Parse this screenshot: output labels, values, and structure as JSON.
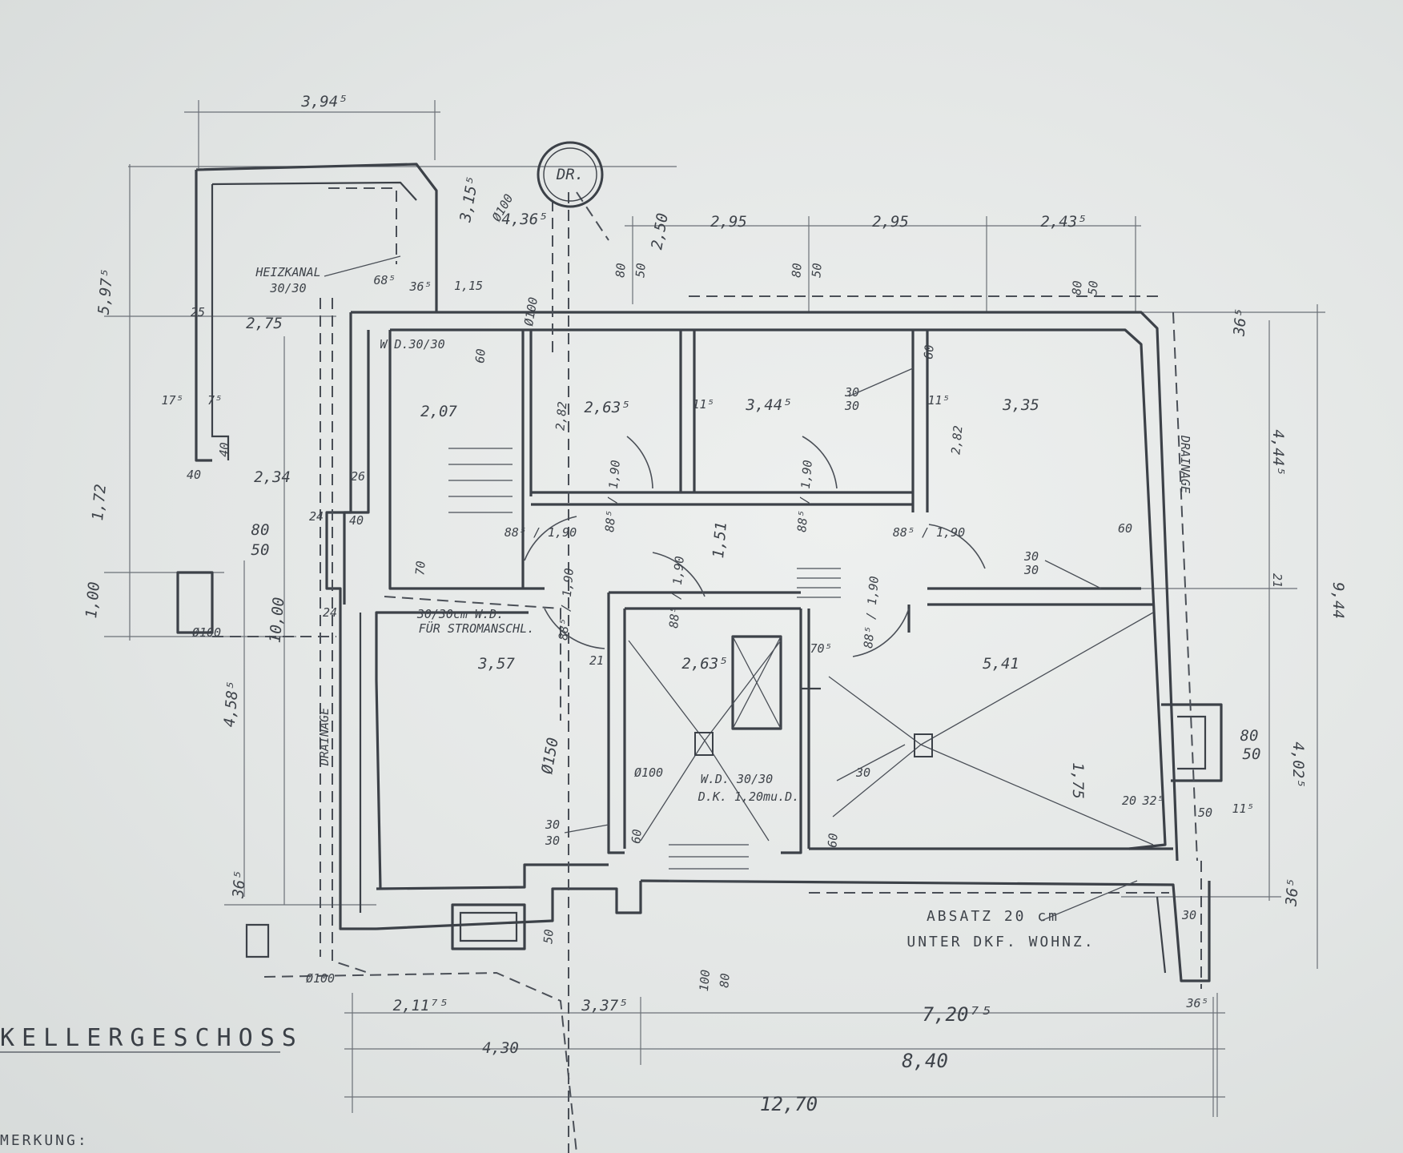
{
  "drawing": {
    "title": "KELLERGESCHOSS",
    "remark": "MERKUNG:",
    "manhole": "DR.",
    "heating_channel": [
      "HEIZKANAL",
      "30/30"
    ],
    "cable_duct": [
      "30/30cm W.D.",
      "FÜR STROMANSCHL."
    ],
    "wall_breakthrough": [
      "W.D. 30/30",
      "D.K. 1,20mu.D."
    ],
    "landing_note": [
      "ABSATZ 20 cm",
      "UNTER DKF. WOHNZ."
    ],
    "drainage_right": "DRAINAGE",
    "drainage_left": "DRAINAGE",
    "wd_small": "W.D.30/30",
    "pipe_labels": [
      "Ø100",
      "Ø100",
      "Ø100",
      "Ø100",
      "Ø100",
      "Ø150"
    ]
  },
  "dims_top": [
    "3,94⁵",
    "4,36⁵",
    "2,95",
    "2,95",
    "2,43⁵",
    "3,15⁵",
    "2,50"
  ],
  "dims_left": [
    "5,97⁵",
    "1,72",
    "1,00",
    "10,00",
    "4,58⁵",
    "36⁵"
  ],
  "dims_right": [
    "36⁵",
    "4,44⁵",
    "9,44",
    "21",
    "4,02⁵",
    "36⁵",
    "80",
    "50"
  ],
  "dims_bottom": [
    "2,11⁷⁵",
    "3,37⁵",
    "7,20⁷⁵",
    "4,30",
    "8,40",
    "12,70"
  ],
  "rooms": [
    {
      "width": "2,07",
      "label": "stair"
    },
    {
      "width": "2,63⁵",
      "height": "2,82"
    },
    {
      "width": "3,44⁵"
    },
    {
      "width": "3,35",
      "height": "2,82"
    },
    {
      "width": "3,57"
    },
    {
      "width": "2,63⁵"
    },
    {
      "width": "5,41",
      "height": "1,75"
    },
    {
      "width": "2,75"
    },
    {
      "width": "2,34"
    }
  ],
  "doors": [
    "88⁵ / 1,90",
    "88⁵ / 1,90",
    "88⁵ / 1,90",
    "88⁵ / 1,90",
    "88⁵ / 1,90",
    "88⁵ / 1,90",
    "88⁵ / 1,90"
  ],
  "small_dims": [
    "80",
    "50",
    "80",
    "50",
    "80",
    "50",
    "80",
    "50",
    "60",
    "60",
    "60",
    "60",
    "24",
    "25",
    "40",
    "26",
    "40",
    "24",
    "17⁵",
    "7⁵",
    "40",
    "1,15",
    "68⁵",
    "36⁵",
    "30",
    "30",
    "30",
    "30",
    "70⁵",
    "11⁵",
    "11⁵",
    "30",
    "21",
    "24",
    "1,51",
    "30",
    "30",
    "70",
    "50",
    "100",
    "80",
    "20",
    "32⁵",
    "50",
    "11⁵",
    "36⁵",
    "30"
  ]
}
